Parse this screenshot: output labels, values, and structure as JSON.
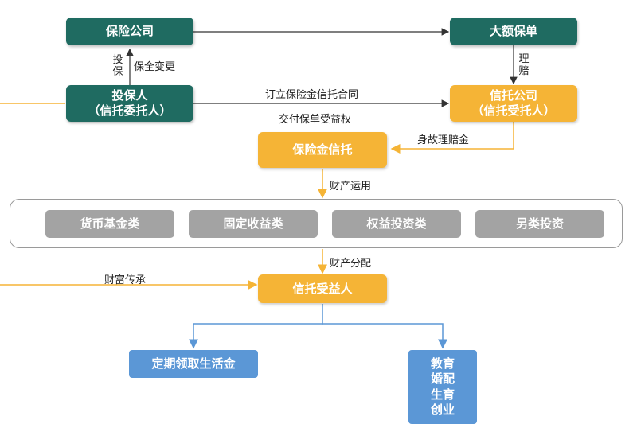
{
  "nodes": {
    "insurance_company": "保险公司",
    "large_policy": "大额保单",
    "policyholder": [
      "投保人",
      "（信托委托人）"
    ],
    "trust_company": [
      "信托公司",
      "（信托受托人）"
    ],
    "insurance_trust": "保险金信托",
    "beneficiary": "信托受益人",
    "monthly_living": "定期领取生活金",
    "education": [
      "教育",
      "婚配",
      "生育",
      "创业"
    ]
  },
  "assets": [
    "货币基金类",
    "固定收益类",
    "权益投资类",
    "另类投资"
  ],
  "labels": {
    "insure": [
      "投",
      "保"
    ],
    "preserve_change": "保全变更",
    "claim": [
      "理",
      "赔"
    ],
    "sign_contract": "订立保险金信托合同",
    "deliver_right": "交付保单受益权",
    "death_claim": "身故理赔金",
    "asset_use": "财产运用",
    "asset_distribution": "财产分配",
    "wealth_inheritance": "财富传承"
  },
  "colors": {
    "green": "#1f6b61",
    "orange": "#f5b436",
    "gray": "#a3a3a3",
    "blue": "#5b97d6",
    "line_dark": "#333333",
    "line_orange": "#f5b436",
    "line_blue": "#5b97d6"
  }
}
